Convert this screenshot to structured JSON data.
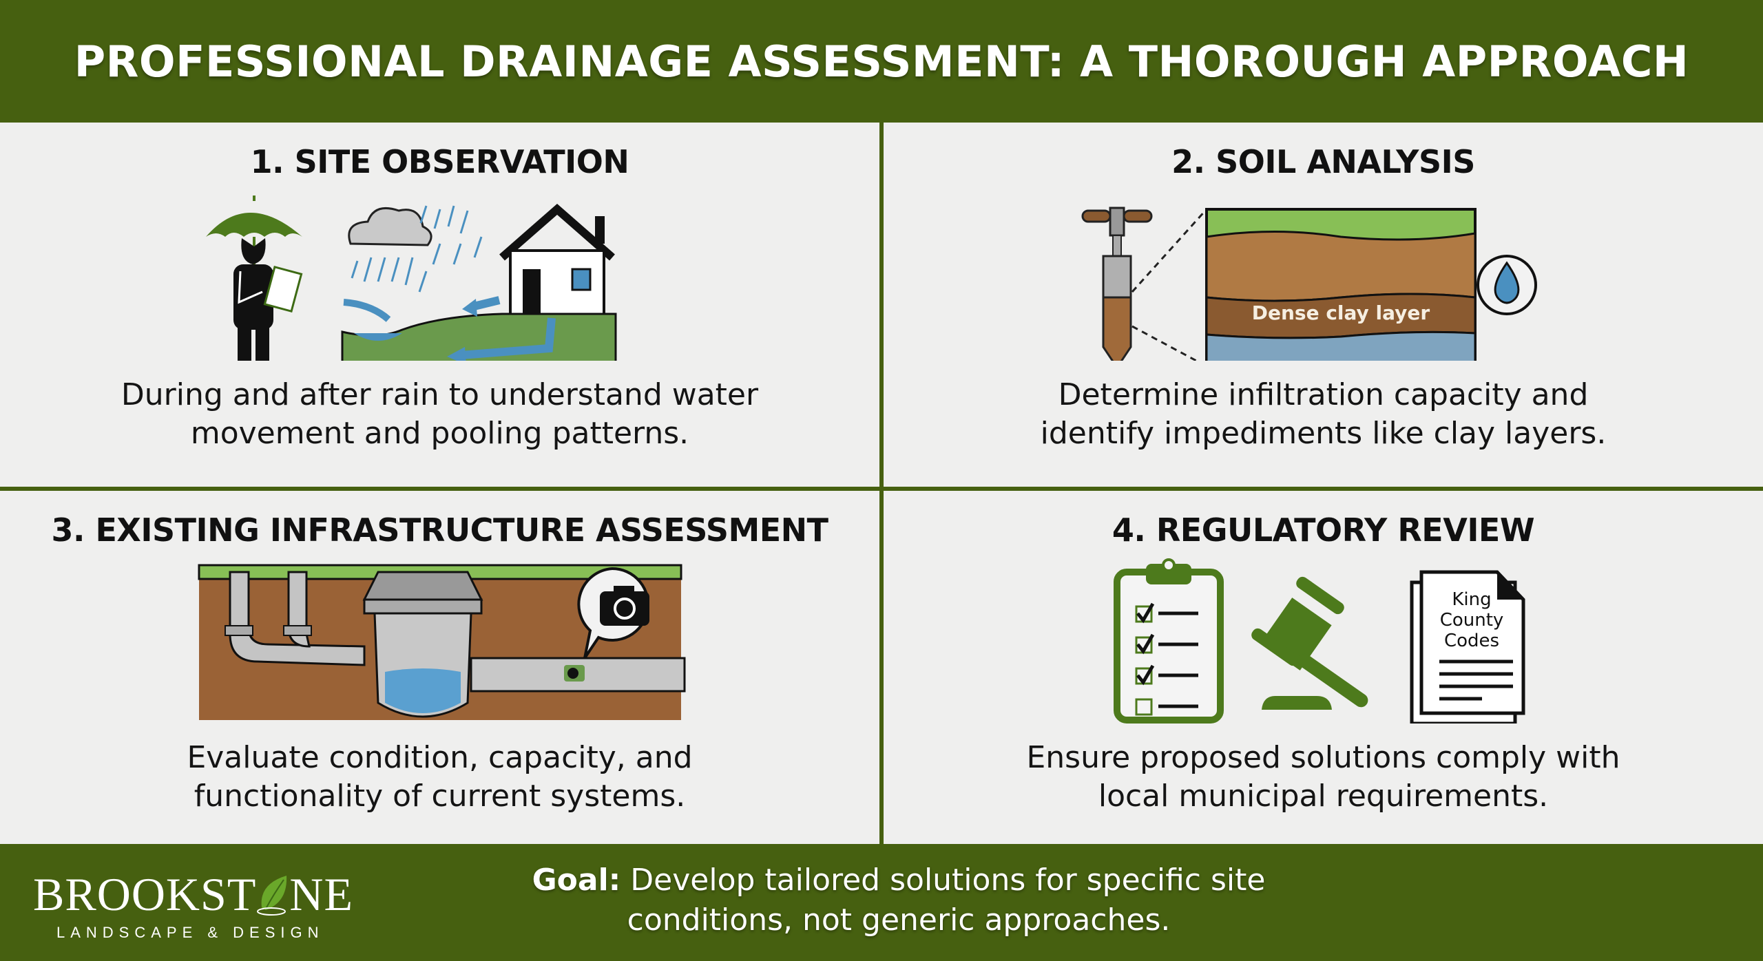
{
  "header": {
    "title": "PROFESSIONAL DRAINAGE ASSESSMENT: A THOROUGH APPROACH"
  },
  "sections": [
    {
      "title": "1. SITE OBSERVATION",
      "description_line1": "During and after rain to understand water",
      "description_line2": "movement and pooling patterns.",
      "icons": [
        "person-with-umbrella-icon",
        "clipboard-icon",
        "rain-cloud-icon",
        "house-icon",
        "water-flow-arrows-icon"
      ]
    },
    {
      "title": "2. SOIL ANALYSIS",
      "description_line1": "Determine infiltration capacity and",
      "description_line2": "identify impediments like clay layers.",
      "layer_label": "Dense clay layer",
      "icons": [
        "soil-probe-icon",
        "soil-cross-section-icon",
        "water-drop-icon"
      ]
    },
    {
      "title": "3. EXISTING INFRASTRUCTURE ASSESSMENT",
      "description_line1": "Evaluate condition, capacity, and",
      "description_line2": "functionality of current systems.",
      "icons": [
        "underground-pipes-icon",
        "catch-basin-icon",
        "camera-icon",
        "pipe-inspection-camera-icon"
      ]
    },
    {
      "title": "4. REGULATORY REVIEW",
      "description_line1": "Ensure proposed solutions comply with",
      "description_line2": "local municipal requirements.",
      "document_label_1": "King",
      "document_label_2": "County",
      "document_label_3": "Codes",
      "icons": [
        "checklist-clipboard-icon",
        "gavel-icon",
        "code-document-icon"
      ]
    }
  ],
  "footer": {
    "brand_part1": "BROOKST",
    "brand_part2": "NE",
    "tagline": "LANDSCAPE & DESIGN",
    "goal_label": "Goal:",
    "goal_text_line1": "Develop tailored solutions for specific site",
    "goal_text_line2": "conditions, not generic approaches."
  },
  "colors": {
    "brand_green": "#466010",
    "background": "#efefee",
    "water_blue": "#4a90c0",
    "grass_green": "#6a9a4c",
    "soil_brown": "#a8713c",
    "pipe_gray": "#c4c4c4"
  }
}
